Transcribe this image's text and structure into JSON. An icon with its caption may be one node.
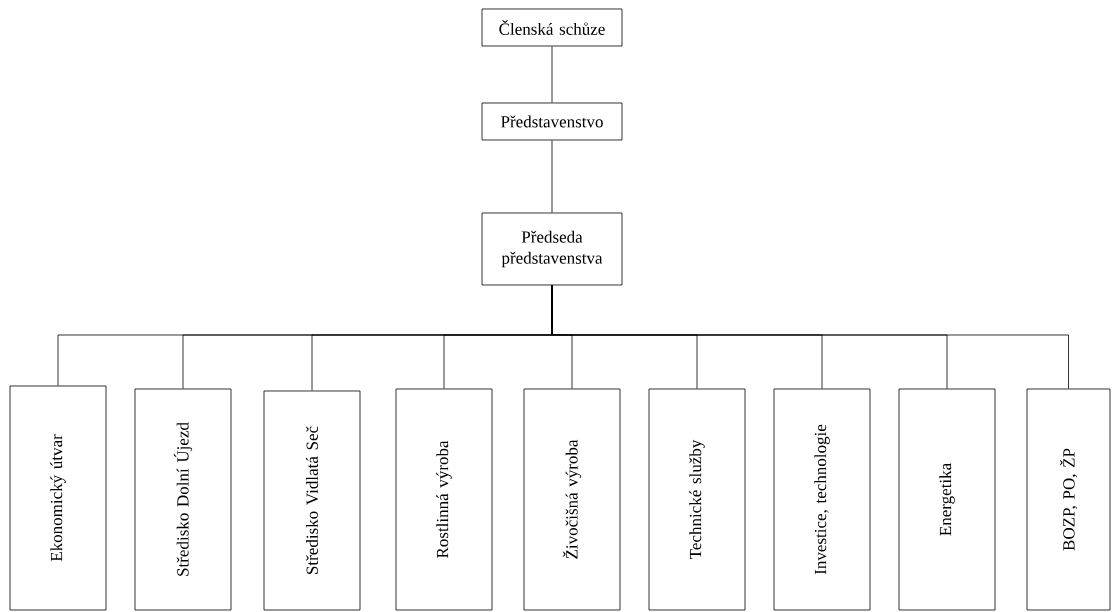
{
  "diagram": {
    "nodes": [
      {
        "text": [
          "Členská schůze"
        ]
      },
      {
        "text": [
          "Představenstvo"
        ]
      },
      {
        "text": [
          "Předseda představenstva"
        ]
      },
      {
        "text": [
          "Ekonomický útvar"
        ]
      },
      {
        "text": [
          "Středisko Dolní Újezd"
        ]
      },
      {
        "text": [
          "Středisko Vidlatá Seč"
        ]
      },
      {
        "text": [
          "Rostlinná výroba"
        ]
      },
      {
        "text": [
          "Živočišná výroba"
        ]
      },
      {
        "text": [
          "Technické služby"
        ]
      },
      {
        "text": [
          "Investice, technologie"
        ]
      },
      {
        "text": [
          "Energetika"
        ]
      },
      {
        "text": [
          "BOZP, PO, ŽP"
        ]
      }
    ],
    "edges": [
      {
        "from": 0,
        "to": 1,
        "arrow": "none"
      },
      {
        "from": 1,
        "to": 2,
        "arrow": "none"
      },
      {
        "from": 2,
        "to": 3,
        "arrow": "none"
      },
      {
        "from": 2,
        "to": 4,
        "arrow": "none"
      },
      {
        "from": 2,
        "to": 5,
        "arrow": "none"
      },
      {
        "from": 2,
        "to": 6,
        "arrow": "none"
      },
      {
        "from": 2,
        "to": 7,
        "arrow": "none"
      },
      {
        "from": 2,
        "to": 8,
        "arrow": "none"
      },
      {
        "from": 2,
        "to": 9,
        "arrow": "none"
      },
      {
        "from": 2,
        "to": 10,
        "arrow": "none"
      },
      {
        "from": 2,
        "to": 11,
        "arrow": "none"
      }
    ]
  }
}
